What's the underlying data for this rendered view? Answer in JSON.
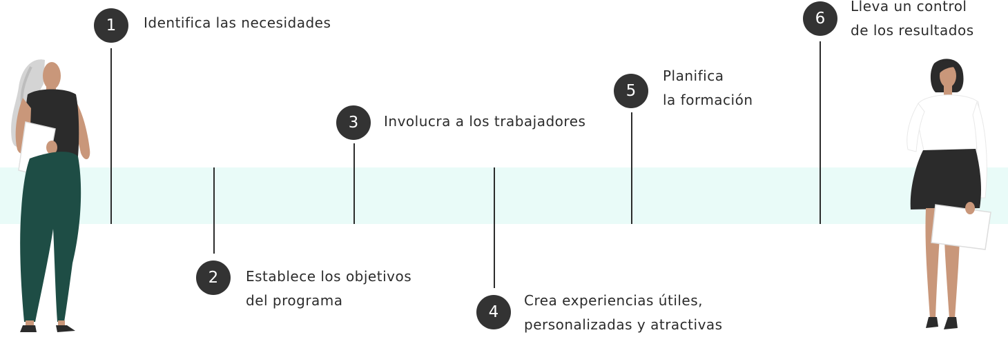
{
  "steps": [
    {
      "number": "1",
      "lines": [
        "Identifica las necesidades"
      ]
    },
    {
      "number": "2",
      "lines": [
        "Establece los objetivos",
        "del programa"
      ]
    },
    {
      "number": "3",
      "lines": [
        "Involucra a los trabajadores"
      ]
    },
    {
      "number": "4",
      "lines": [
        "Crea experiencias útiles,",
        "personalizadas y atractivas"
      ]
    },
    {
      "number": "5",
      "lines": [
        "Planifica",
        "la formación"
      ]
    },
    {
      "number": "6",
      "lines": [
        "Lleva un control",
        "de los resultados"
      ]
    }
  ],
  "colors": {
    "band": "#e9fbf8",
    "circle": "#333333",
    "line": "#2b2b2b",
    "pants_green": "#1e4d45",
    "skin": "#c9977a"
  },
  "illustrations": [
    "woman-left-illustration",
    "woman-right-illustration"
  ]
}
